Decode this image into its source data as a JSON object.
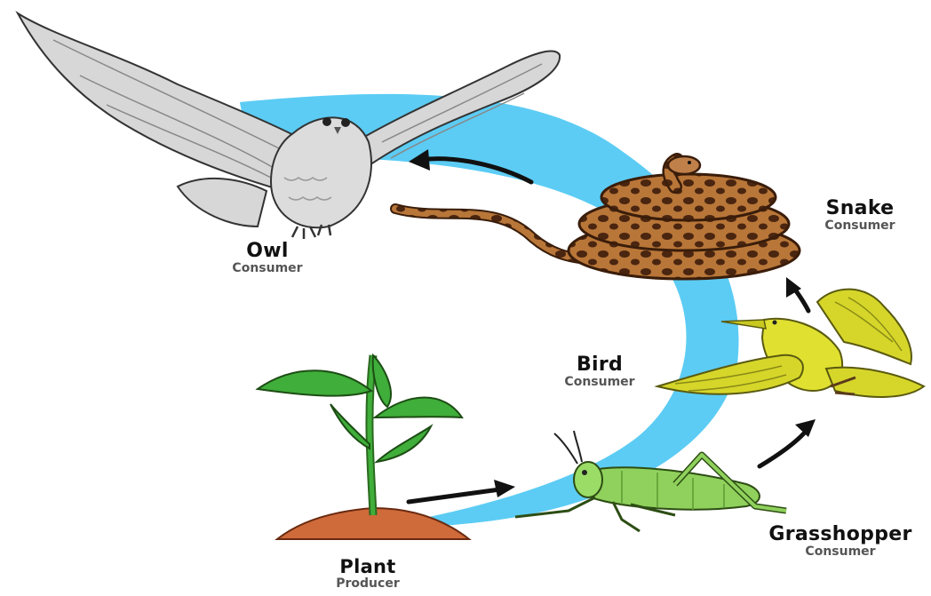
{
  "food_chain": {
    "cycle_color": "#5cccf4",
    "arrow_color": "#111111",
    "organisms": [
      {
        "name": "Owl",
        "role": "Consumer",
        "icon": "owl-icon",
        "color": "#d7d7d7"
      },
      {
        "name": "Snake",
        "role": "Consumer",
        "icon": "snake-icon",
        "color": "#a0622f"
      },
      {
        "name": "Bird",
        "role": "Consumer",
        "icon": "bird-icon",
        "color": "#d6d62a"
      },
      {
        "name": "Grasshopper",
        "role": "Consumer",
        "icon": "grasshopper-icon",
        "color": "#8fd15c"
      },
      {
        "name": "Plant",
        "role": "Producer",
        "icon": "plant-icon",
        "color": "#3fae3a"
      }
    ],
    "arrows": [
      {
        "from": "Plant",
        "to": "Grasshopper"
      },
      {
        "from": "Grasshopper",
        "to": "Bird"
      },
      {
        "from": "Bird",
        "to": "Snake"
      },
      {
        "from": "Snake",
        "to": "Owl"
      }
    ]
  }
}
